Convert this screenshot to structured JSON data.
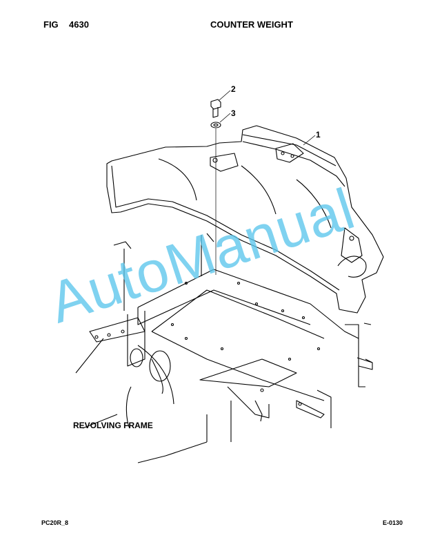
{
  "header": {
    "fig_label": "FIG",
    "fig_number": "4630",
    "title": "COUNTER WEIGHT"
  },
  "callouts": [
    "1",
    "2",
    "3"
  ],
  "labels": {
    "revolving_frame": "REVOLVING FRAME"
  },
  "watermark": "AutoManual",
  "footer": {
    "left": "PC20R_8",
    "right": "E-0130"
  },
  "colors": {
    "line": "#000000",
    "watermark": "#5cc6ec"
  }
}
